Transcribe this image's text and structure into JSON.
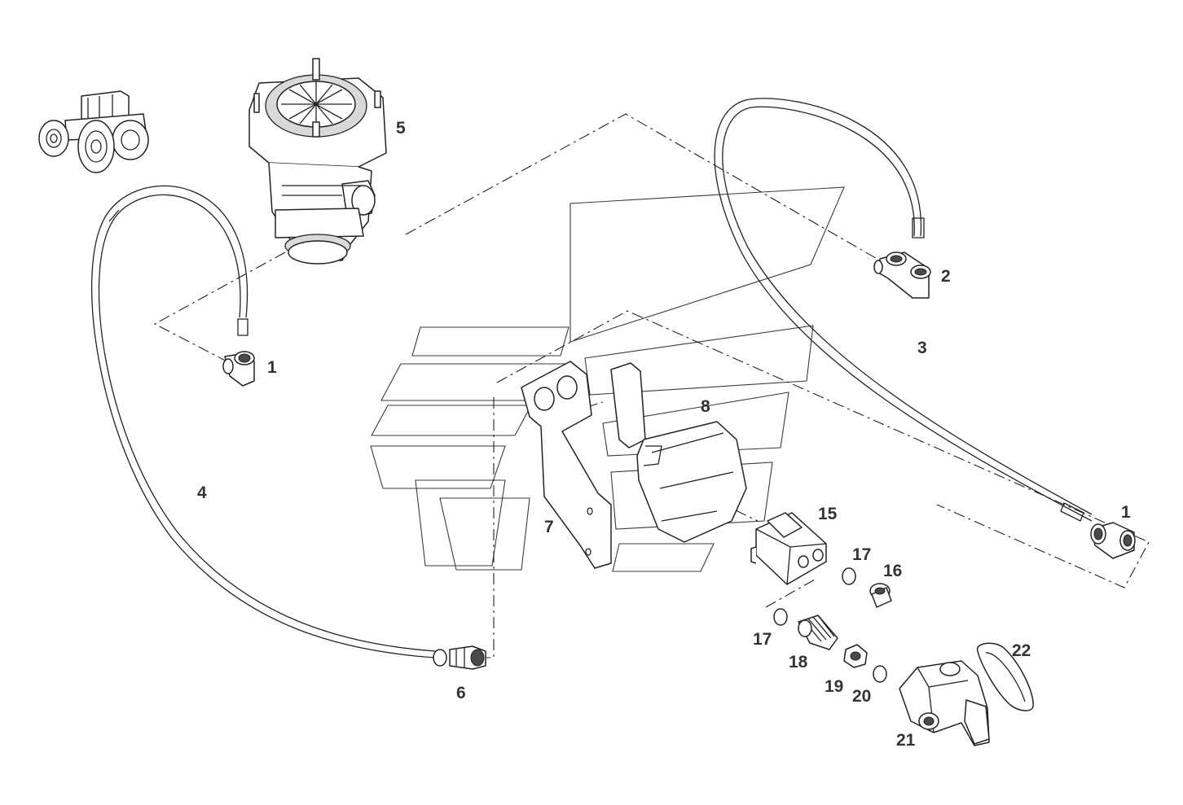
{
  "diagram": {
    "background_color": "#ffffff",
    "line_color": "#222222",
    "label_color": "#333333",
    "callouts": [
      {
        "key": "c1a",
        "text": "1"
      },
      {
        "key": "c1b",
        "text": "1"
      },
      {
        "key": "c2",
        "text": "2"
      },
      {
        "key": "c3",
        "text": "3"
      },
      {
        "key": "c4",
        "text": "4"
      },
      {
        "key": "c5",
        "text": "5"
      },
      {
        "key": "c6",
        "text": "6"
      },
      {
        "key": "c7",
        "text": "7"
      },
      {
        "key": "c8",
        "text": "8"
      },
      {
        "key": "c15",
        "text": "15"
      },
      {
        "key": "c16",
        "text": "16"
      },
      {
        "key": "c17a",
        "text": "17"
      },
      {
        "key": "c17b",
        "text": "17"
      },
      {
        "key": "c18",
        "text": "18"
      },
      {
        "key": "c19",
        "text": "19"
      },
      {
        "key": "c20",
        "text": "20"
      },
      {
        "key": "c21",
        "text": "21"
      },
      {
        "key": "c22",
        "text": "22"
      }
    ],
    "icons": [
      "tractor-icon",
      "brand-watermark-logo"
    ]
  }
}
